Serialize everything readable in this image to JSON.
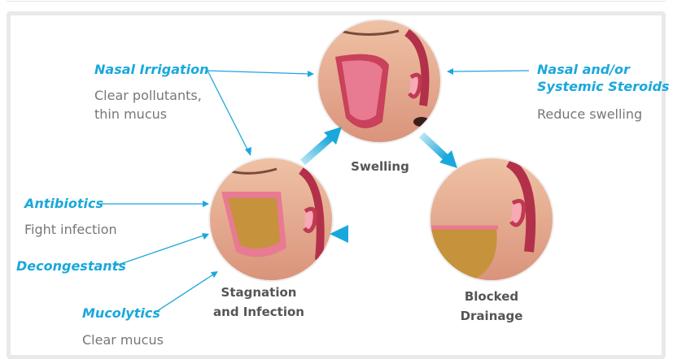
{
  "treatments": {
    "nasal_irrigation": {
      "title": "Nasal Irrigation",
      "desc1": "Clear pollutants,",
      "desc2": "thin mucus"
    },
    "steroids": {
      "title1": "Nasal and/or",
      "title2": "Systemic Steroids",
      "desc": "Reduce swelling"
    },
    "antibiotics": {
      "title": "Antibiotics",
      "desc": "Fight infection"
    },
    "decongestants": {
      "title": "Decongestants"
    },
    "mucolytics": {
      "title": "Mucolytics",
      "desc": "Clear mucus"
    }
  },
  "stages": {
    "swelling": "Swelling",
    "blocked1": "Blocked",
    "blocked2": "Drainage",
    "stagnation1": "Stagnation",
    "stagnation2": "and Infection"
  },
  "colors": {
    "accent": "#1aa8dc",
    "text": "#777777"
  }
}
